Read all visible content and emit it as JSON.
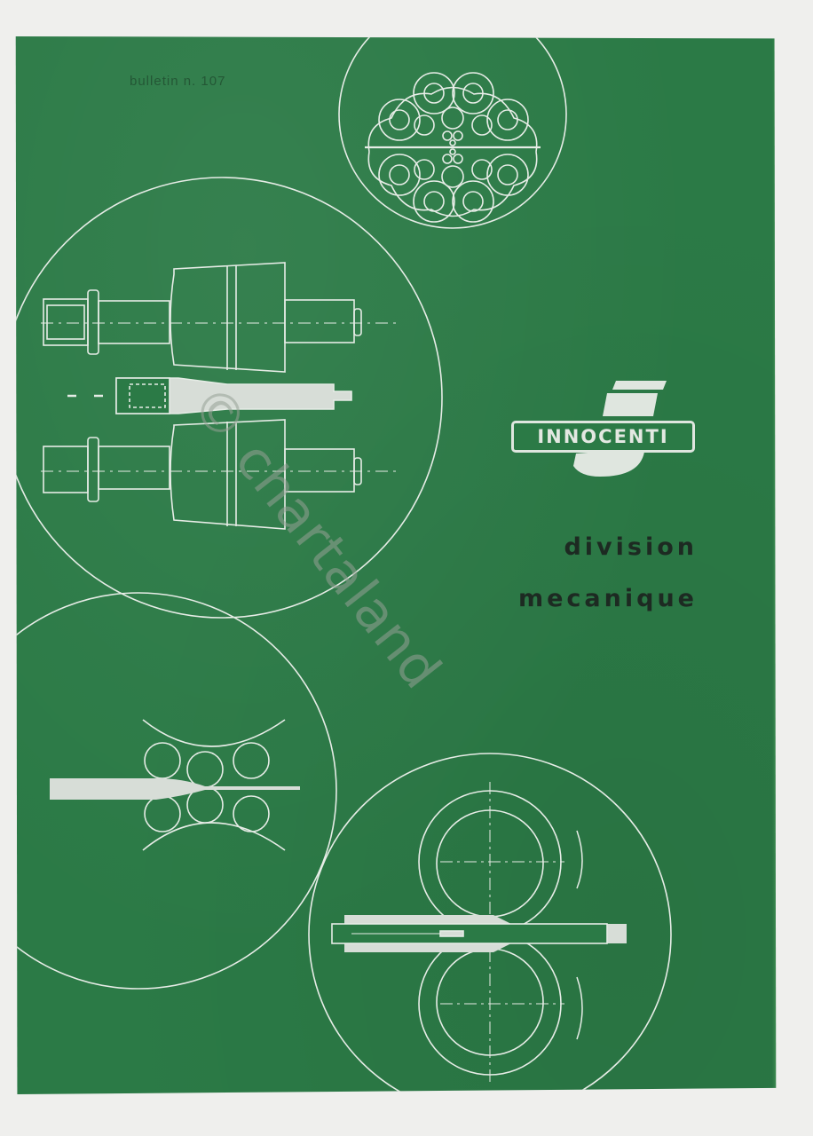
{
  "cover": {
    "bulletin_label": "bulletin n. 107",
    "brand": "INNOCENTI",
    "headline_line1": "division",
    "headline_line2": "mecanique",
    "watermark": "© chartaland",
    "colors": {
      "paper_green": "#2b7a46",
      "line_white": "#e6ece6",
      "headline_dark": "#1d2a22",
      "background": "#efefed"
    }
  },
  "illustrations": [
    {
      "name": "planetary-rolling-mill-cross-section",
      "position": "top-center"
    },
    {
      "name": "pilger-rolls-tube-forming",
      "position": "left-upper"
    },
    {
      "name": "multi-roll-reducing-stand",
      "position": "left-lower"
    },
    {
      "name": "tube-rolling-mandrel-rolls",
      "position": "bottom-right"
    }
  ]
}
